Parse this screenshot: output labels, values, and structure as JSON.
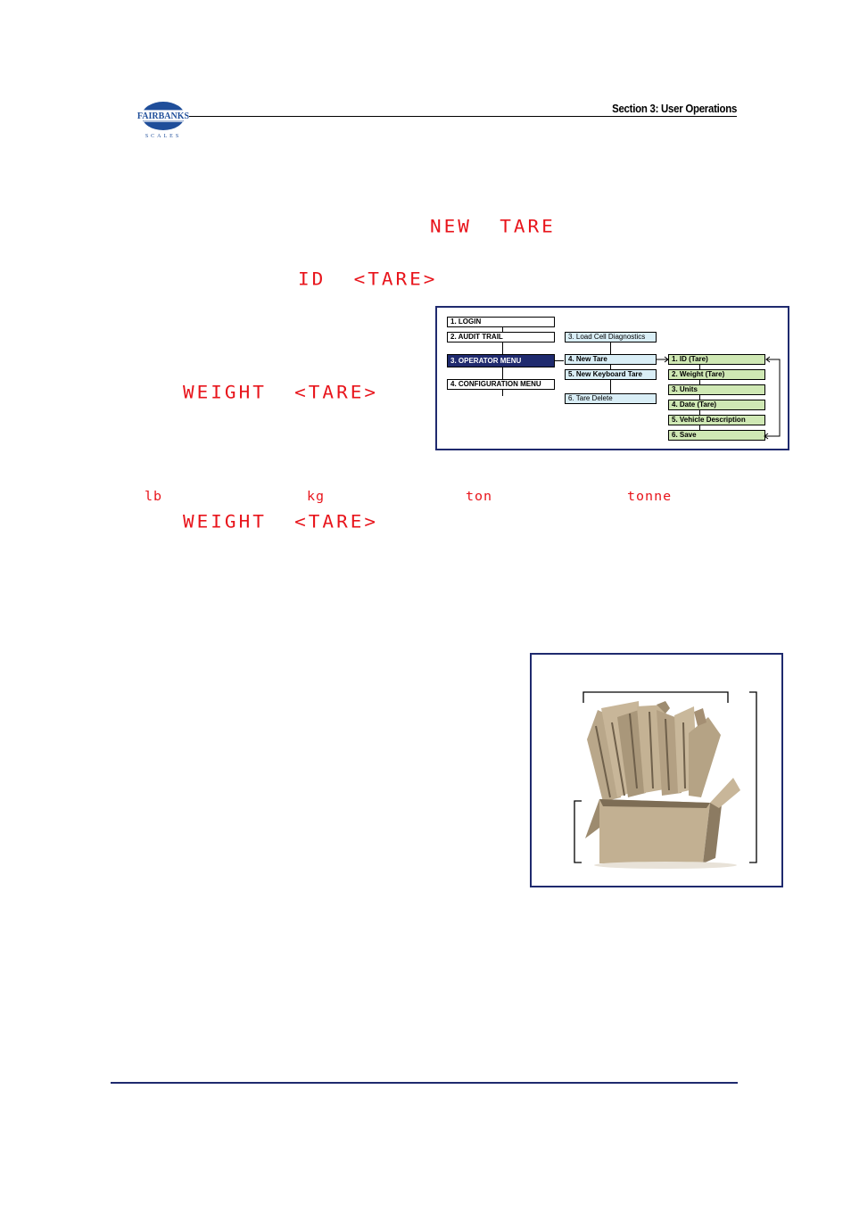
{
  "header": {
    "logo_text": "FAIRBANKS",
    "logo_subtext": "SCALES",
    "section_title": "Section 3: User Operations"
  },
  "lcd": {
    "new_tare": "NEW  TARE",
    "id_tare": "ID  <TARE>",
    "weight_tare_1": "WEIGHT  <TARE>",
    "weight_tare_2": "WEIGHT  <TARE>",
    "units": [
      "lb",
      "kg",
      "ton",
      "tonne"
    ]
  },
  "menu": {
    "col1": [
      "1. LOGIN",
      "2. AUDIT TRAIL",
      "3. OPERATOR MENU",
      "4. CONFIGURATION MENU"
    ],
    "col2": [
      "3. Load Cell Diagnostics",
      "4. New Tare",
      "5. New Keyboard Tare",
      "6. Tare Delete"
    ],
    "col3": [
      "1. ID (Tare)",
      "2. Weight (Tare)",
      "3. Units",
      "4. Date (Tare)",
      "5. Vehicle Description",
      "6. Save"
    ],
    "colors": {
      "selected": "#1f2a6e",
      "submenu": "#d9eef6",
      "tare_fields": "#cfe8b4",
      "frame": "#1f2a6e"
    }
  },
  "figure": {
    "subject": "cardboard-box-icon"
  },
  "colors": {
    "lcd": "#e8141b",
    "rule": "#1f2a6e"
  }
}
